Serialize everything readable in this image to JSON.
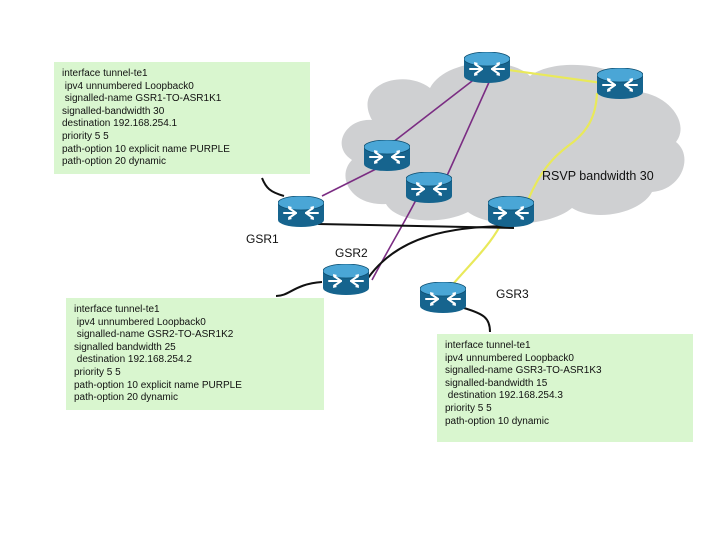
{
  "colors": {
    "cloud": "#cfd0d2",
    "purple_link": "#7b2d83",
    "yellow_link": "#e9e95a",
    "black_link": "#111111",
    "router_fill": "#1d7fb0",
    "box_fill": "#d9f6cf"
  },
  "cloud_label": "RSVP bandwidth 30",
  "routers": [
    {
      "id": "core-top",
      "label": ""
    },
    {
      "id": "core-right",
      "label": ""
    },
    {
      "id": "core-mid-left",
      "label": ""
    },
    {
      "id": "core-mid",
      "label": ""
    },
    {
      "id": "core-asr",
      "label": ""
    },
    {
      "id": "gsr1",
      "label": "GSR1"
    },
    {
      "id": "gsr2",
      "label": "GSR2"
    },
    {
      "id": "gsr3",
      "label": "GSR3"
    }
  ],
  "configs": {
    "gsr1": [
      "interface tunnel-te1",
      " ipv4 unnumbered Loopback0",
      " signalled-name GSR1-TO-ASR1K1",
      "signalled-bandwidth 30",
      "destination 192.168.254.1",
      "priority 5 5",
      "path-option 10 explicit name PURPLE",
      "path-option 20 dynamic"
    ],
    "gsr2": [
      "interface tunnel-te1",
      " ipv4 unnumbered Loopback0",
      " signalled-name GSR2-TO-ASR1K2",
      "signalled bandwidth 25",
      " destination 192.168.254.2",
      "priority 5 5",
      "path-option 10 explicit name PURPLE",
      "path-option 20 dynamic"
    ],
    "gsr3": [
      "interface tunnel-te1",
      "ipv4 unnumbered Loopback0",
      "signalled-name GSR3-TO-ASR1K3",
      "signalled-bandwidth 15",
      " destination 192.168.254.3",
      "priority 5 5",
      "path-option 10 dynamic"
    ]
  }
}
